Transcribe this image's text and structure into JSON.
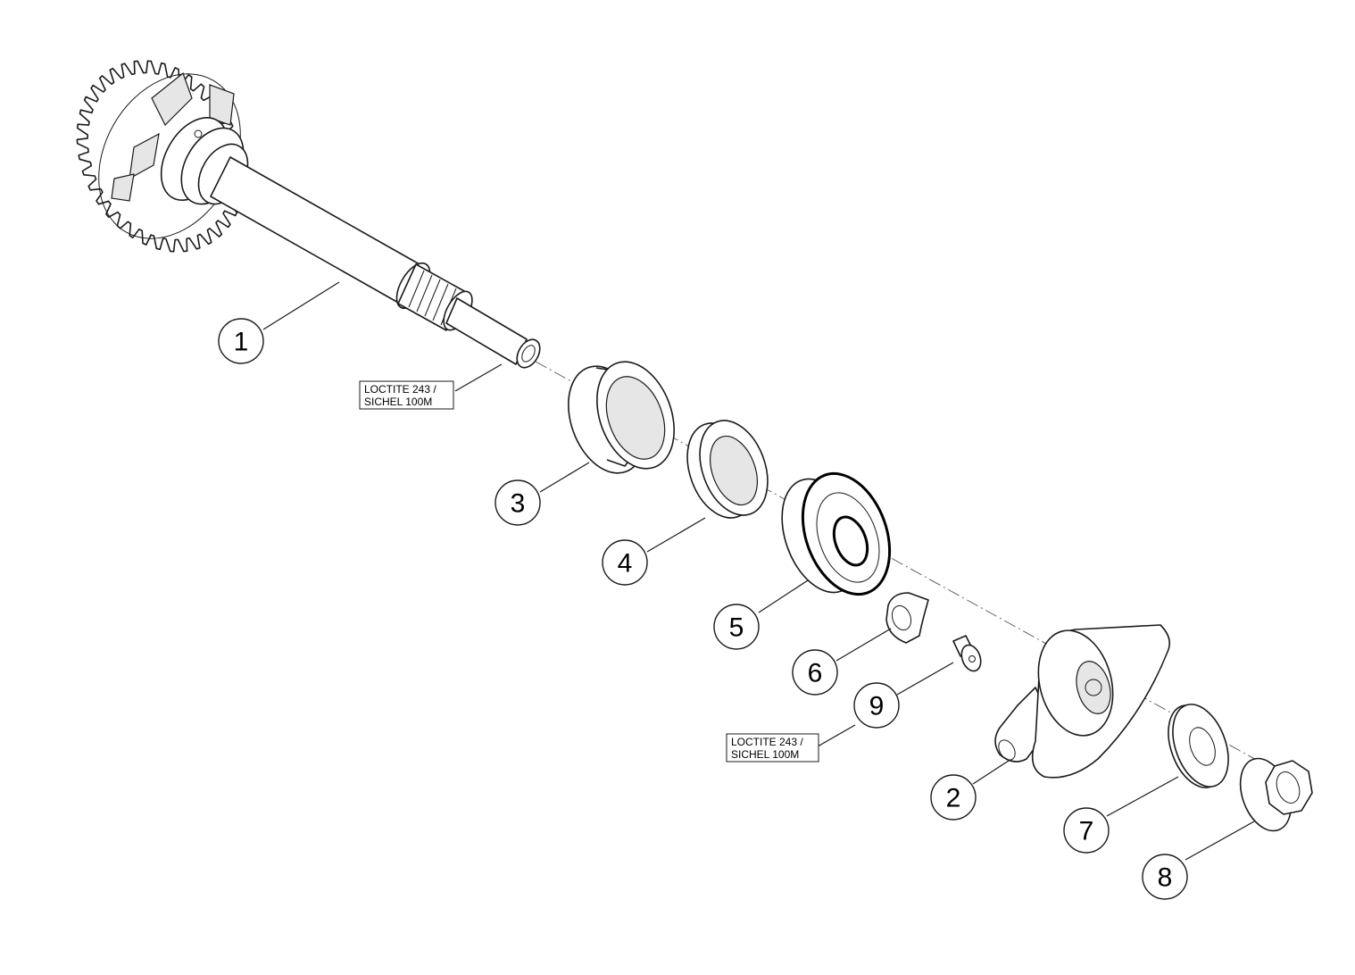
{
  "callouts": [
    {
      "id": "1",
      "label": "1"
    },
    {
      "id": "2",
      "label": "2"
    },
    {
      "id": "3",
      "label": "3"
    },
    {
      "id": "4",
      "label": "4"
    },
    {
      "id": "5",
      "label": "5"
    },
    {
      "id": "6",
      "label": "6"
    },
    {
      "id": "7",
      "label": "7"
    },
    {
      "id": "8",
      "label": "8"
    },
    {
      "id": "9",
      "label": "9"
    }
  ],
  "notes": [
    {
      "line1": "LOCTITE 243 /",
      "line2": "SICHEL 100M"
    },
    {
      "line1": "LOCTITE 243 /",
      "line2": "SICHEL 100M"
    }
  ]
}
